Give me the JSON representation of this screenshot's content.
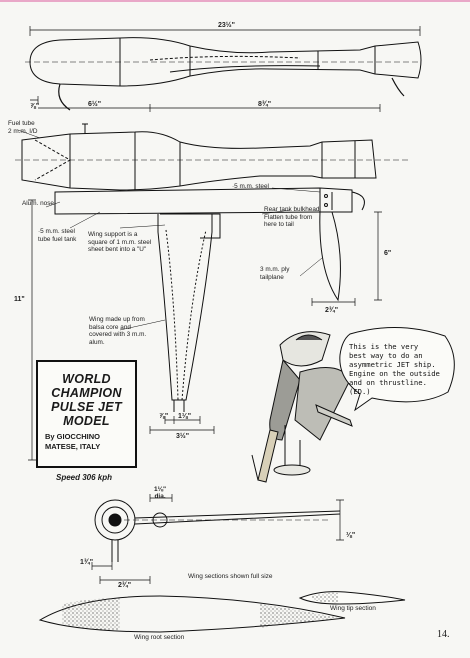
{
  "title": {
    "main": "WORLD\nCHAMPION\nPULSE JET\nMODEL",
    "by": "By GIOCCHINO",
    "author": "MATESE, ITALY"
  },
  "speed": "Speed 306 kph",
  "editor_note": "This is the very\nbest way to do an\nasymmetric JET ship.\nEngine on the outside\nand on thrustline.\n(ED.)",
  "page_number": "14.",
  "dimensions": {
    "overall_length": "23½\"",
    "nose_offset": "⅞\"",
    "front_section": "6½\"",
    "rear_section": "8¾\"",
    "height": "11\"",
    "tail_height": "6\"",
    "tail_chord": "2¾\"",
    "wing_root_a": "⅞\"",
    "wing_root_b": "1⅛\"",
    "wing_root_total": "3½\"",
    "tube_dia": "1⅛\"\ndia.",
    "front_offset": "1¾\"",
    "front_span": "2¾\"",
    "right_offset": "⅛\""
  },
  "labels": {
    "fuel_tube": "Fuel tube\n2 m.m. I/D",
    "steel_half_mm": "·5 m.m. steel",
    "alum_nose": "Alum. nose",
    "steel_tube_tank": "·5 m.m. steel\ntube fuel tank",
    "wing_support": "Wing support is a\nsquare of 1 m.m. steel\nsheet bent into a \"U\"",
    "rear_bulkhead": "Rear tank bulkhead.\nFlatten tube from\nhere to tail",
    "tailplane": "3 m.m. ply\ntailplane",
    "wing_made": "Wing made up from\nbalsa core and\ncovered with 3 m.m.\nalum."
  },
  "sections": {
    "full_size": "Wing sections shown full size",
    "tip": "Wing tip section",
    "root": "Wing root section"
  }
}
